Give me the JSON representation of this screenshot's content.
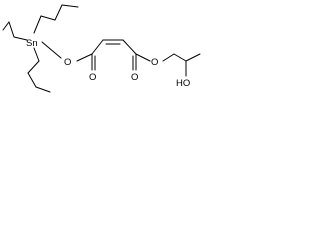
{
  "molecule": {
    "atoms": {
      "tin": "Sn",
      "ester_oxygen_sn": "O",
      "carbonyl_oxygen_1": "O",
      "carbonyl_oxygen_2": "O",
      "ester_oxygen_2": "O",
      "hydroxyl": "HO"
    }
  }
}
